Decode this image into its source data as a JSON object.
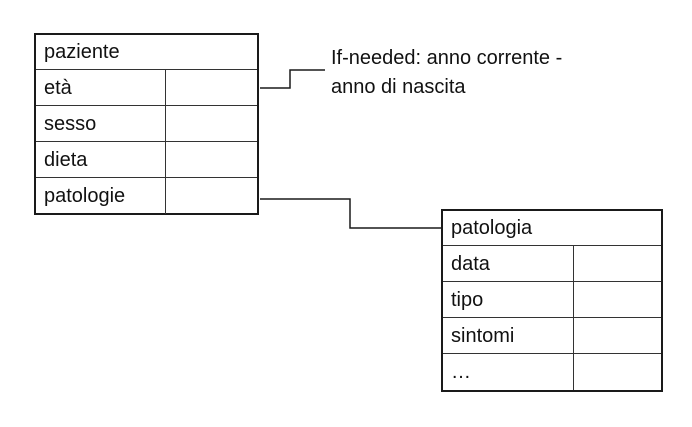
{
  "frames": {
    "paziente": {
      "title": "paziente",
      "slots": [
        "età",
        "sesso",
        "dieta",
        "patologie"
      ]
    },
    "patologia": {
      "title": "patologia",
      "slots": [
        "data",
        "tipo",
        "sintomi",
        "…"
      ]
    }
  },
  "annotation": {
    "line1": "If-needed: anno corrente -",
    "line2": "anno di nascita"
  }
}
